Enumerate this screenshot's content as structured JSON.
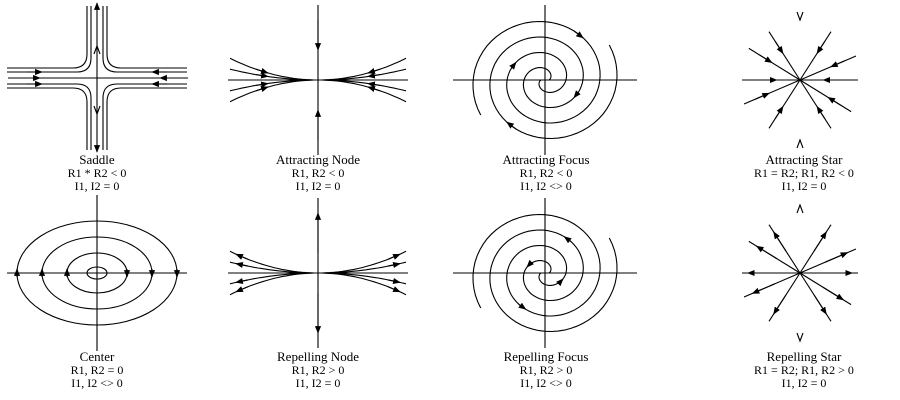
{
  "panels": [
    {
      "title": "Saddle",
      "line1": "R1 * R2 < 0",
      "line2": "I1, I2 = 0"
    },
    {
      "title": "Attracting Node",
      "line1": "R1, R2 < 0",
      "line2": "I1, I2 = 0"
    },
    {
      "title": "Attracting Focus",
      "line1": "R1, R2 < 0",
      "line2": "I1, I2 <> 0"
    },
    {
      "title": "Attracting Star",
      "line1": "R1 = R2; R1, R2 < 0",
      "line2": "I1, I2 = 0"
    },
    {
      "title": "Center",
      "line1": "R1, R2 = 0",
      "line2": "I1, I2 <> 0"
    },
    {
      "title": "Repelling Node",
      "line1": "R1, R2 > 0",
      "line2": "I1, I2 = 0"
    },
    {
      "title": "Repelling Focus",
      "line1": "R1, R2 > 0",
      "line2": "I1, I2 <> 0"
    },
    {
      "title": "Repelling Star",
      "line1": "R1 = R2; R1, R2 > 0",
      "line2": "I1, I2 = 0"
    }
  ],
  "colors": {
    "ink": "#000000",
    "background": "#ffffff"
  }
}
